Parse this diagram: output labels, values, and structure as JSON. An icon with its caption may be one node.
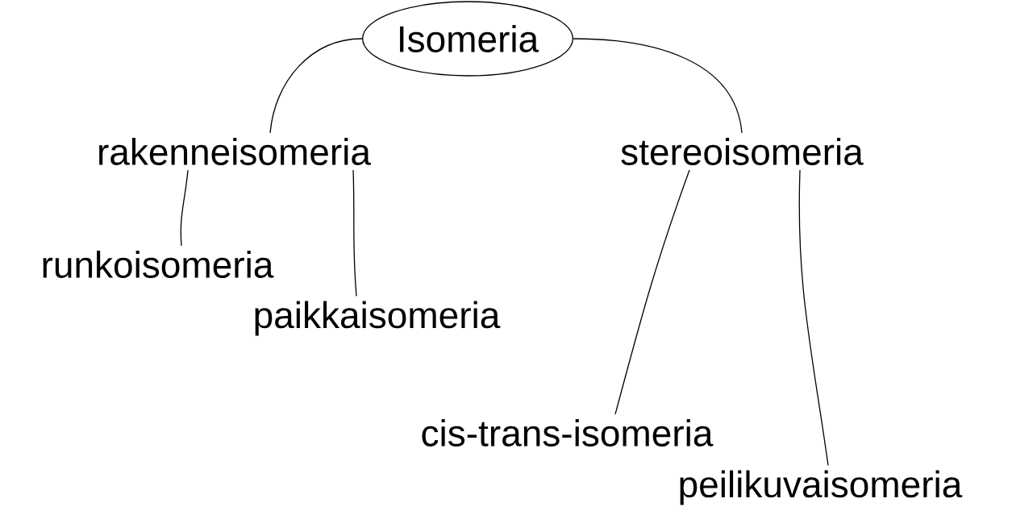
{
  "diagram": {
    "nodes": [
      {
        "text": [
          "Isomeria"
        ]
      },
      {
        "text": [
          "rakenneisomeria"
        ]
      },
      {
        "text": [
          "stereoisomeria"
        ]
      },
      {
        "text": [
          "runkoisomeria"
        ]
      },
      {
        "text": [
          "paikkaisomeria"
        ]
      },
      {
        "text": [
          "cis-trans-isomeria"
        ]
      },
      {
        "text": [
          "peilikuvaisomeria"
        ]
      }
    ],
    "edges": [
      {
        "from": 0,
        "to": 1,
        "arrow": "none"
      },
      {
        "from": 0,
        "to": 2,
        "arrow": "none"
      },
      {
        "from": 1,
        "to": 3,
        "arrow": "none"
      },
      {
        "from": 1,
        "to": 4,
        "arrow": "none"
      },
      {
        "from": 2,
        "to": 5,
        "arrow": "none"
      },
      {
        "from": 2,
        "to": 6,
        "arrow": "none"
      }
    ]
  }
}
